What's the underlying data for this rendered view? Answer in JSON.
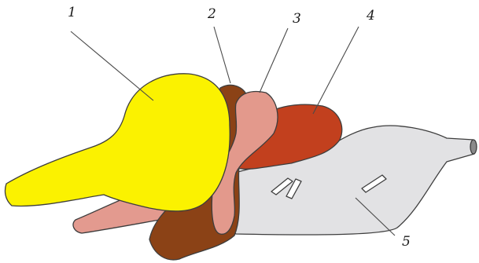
{
  "labels": {
    "part_1": "1",
    "part_2": "2",
    "part_3": "3",
    "part_4": "4",
    "part_5": "5"
  },
  "colors": {
    "part_1": "#fbf200",
    "part_2": "#8b4216",
    "part_3": "#e3998c",
    "part_4": "#c2401e",
    "part_5": "#e2e2e4",
    "ventral": "#e39a8f",
    "outline": "#3d3d3d"
  }
}
